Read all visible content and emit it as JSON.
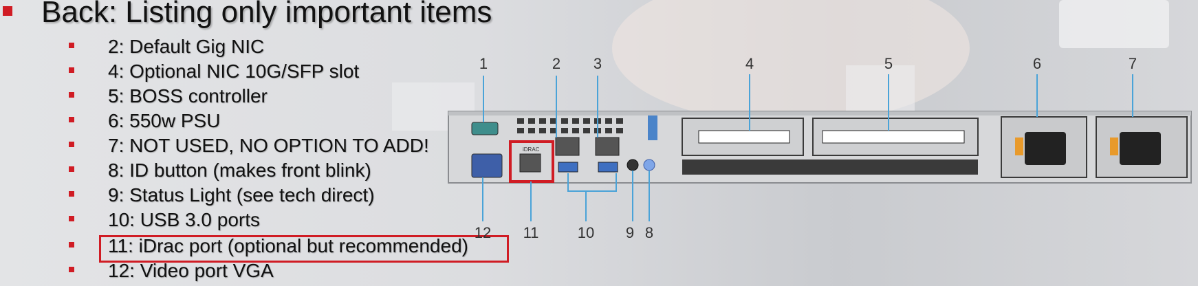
{
  "slide": {
    "heading": "Back:  Listing only important items",
    "items": [
      "2: Default Gig NIC",
      "4: Optional NIC 10G/SFP slot",
      "5: BOSS controller",
      "6: 550w PSU",
      "7: NOT USED, NO OPTION TO ADD!",
      "8: ID button (makes front blink)",
      "9: Status Light (see tech direct)",
      "10: USB 3.0 ports",
      "11: iDrac port (optional but recommended)",
      "12: Video port VGA"
    ],
    "highlighted_item_index": 8
  },
  "diagram": {
    "labels": {
      "l1": "1",
      "l2": "2",
      "l3": "3",
      "l4": "4",
      "l5": "5",
      "l6": "6",
      "l7": "7",
      "l8": "8",
      "l9": "9",
      "l10": "10",
      "l11": "11",
      "l12": "12"
    },
    "idrac_tag": "iDRAC"
  },
  "colors": {
    "accent": "#d01c24",
    "callout": "#4aa3d8",
    "chassis": "#d7d8da"
  }
}
